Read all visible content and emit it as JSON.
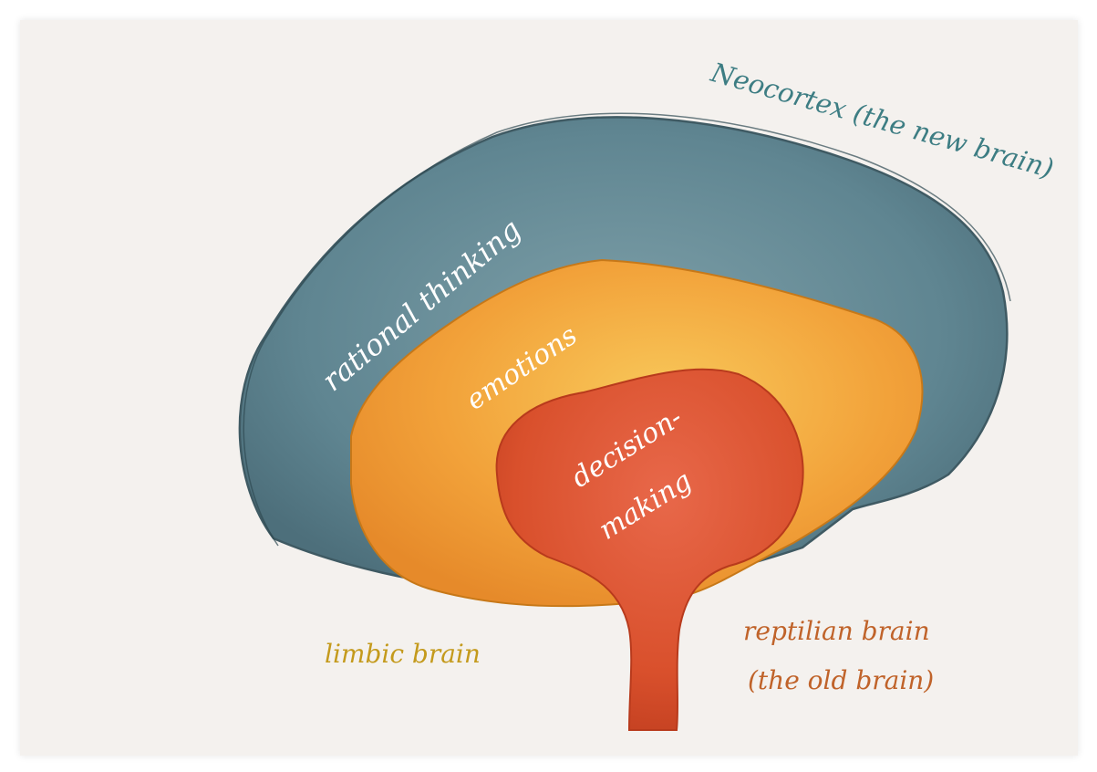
{
  "labels": {
    "neocortex": "Neocortex (the new brain)",
    "rational": "rational thinking",
    "emotions": "emotions",
    "decision_line1": "decision-",
    "decision_line2": "making",
    "limbic": "limbic brain",
    "reptilian_line1": "reptilian brain",
    "reptilian_line2": "(the old brain)"
  },
  "colors": {
    "neocortex_fill": "#5f8591",
    "neocortex_text": "#3d7d83",
    "limbic_fill": "#f2a23a",
    "limbic_text": "#c49a1c",
    "reptilian_fill": "#d9502c",
    "reptilian_text": "#c0632a",
    "inner_text": "#ffffff"
  }
}
